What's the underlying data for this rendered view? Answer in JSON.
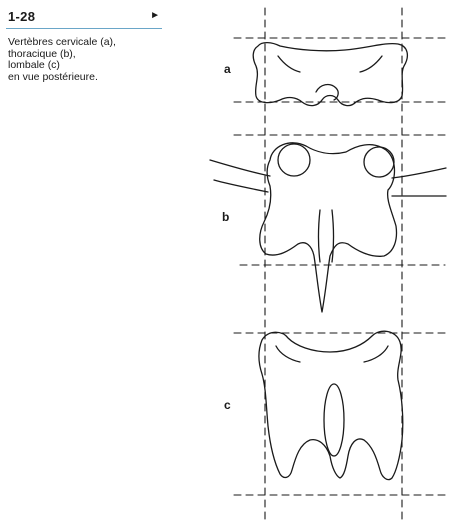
{
  "figure": {
    "number": "1-28",
    "arrow": "►",
    "caption_lines": [
      "Vertèbres cervicale (a),",
      "thoracique (b),",
      "lombale (c)",
      "en vue postérieure."
    ]
  },
  "labels": {
    "a": "a",
    "b": "b",
    "c": "c"
  },
  "colors": {
    "accent_rule": "#6aa6c8",
    "ink": "#1a1a1a"
  }
}
